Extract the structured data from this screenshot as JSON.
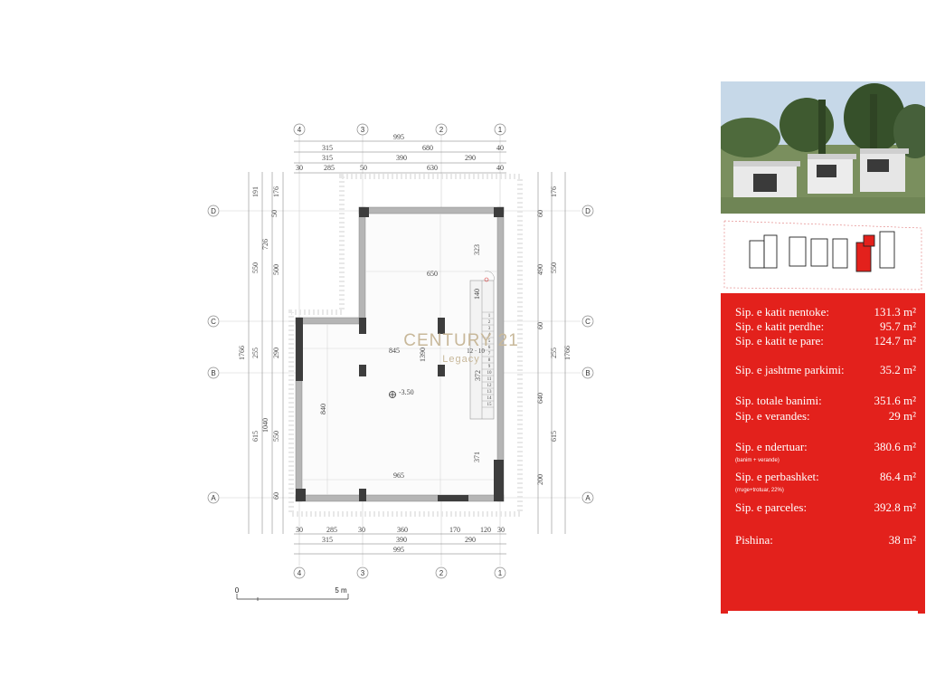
{
  "plan": {
    "axes_columns": [
      "4",
      "3",
      "2",
      "1"
    ],
    "axes_rows": [
      "D",
      "C",
      "B",
      "A"
    ],
    "top_dims": {
      "overall": "995",
      "row1": [
        "315",
        "680",
        "40"
      ],
      "row2": [
        "315",
        "390",
        "290"
      ],
      "row3": [
        "30",
        "285",
        "50",
        "630",
        "40"
      ]
    },
    "bottom_dims": {
      "row1": [
        "30",
        "285",
        "30",
        "360",
        "170",
        "120",
        "30"
      ],
      "row2": [
        "315",
        "390",
        "290"
      ],
      "overall": "995"
    },
    "left_dims": {
      "outer": "1766",
      "col1": [
        "191",
        "550",
        "615"
      ],
      "col2": [
        "726",
        "1040"
      ],
      "col3": [
        "176",
        "500",
        "290",
        "550",
        "60"
      ],
      "col3b": [
        "50",
        "255"
      ]
    },
    "right_dims": {
      "outer": "1766",
      "col1": [
        "176",
        "550",
        "255",
        "615"
      ],
      "col2": [
        "60",
        "490",
        "60",
        "640",
        "200"
      ]
    },
    "interior_dims": {
      "width_top": "650",
      "width_mid": "845",
      "width_bottom": "965",
      "height_left": "840",
      "height_mid": "1390",
      "stair_top": "323",
      "stair_side": "372",
      "stair_run": "12 · 10",
      "stair_bottom": "371",
      "stair_mark": "140"
    },
    "level": "-3.50",
    "stair_steps": [
      "1",
      "2",
      "3",
      "4",
      "5",
      "6",
      "7",
      "8",
      "9",
      "10",
      "11",
      "12",
      "13",
      "14",
      "15"
    ],
    "watermark": {
      "brand": "CENTURY 21",
      "sub": "Legacy"
    },
    "scale": {
      "start": "0",
      "end": "5 m"
    }
  },
  "areas": [
    {
      "label": "Sip. e katit nentoke:",
      "value": "131.3 m²"
    },
    {
      "label": "Sip. e katit perdhe:",
      "value": "95.7 m²"
    },
    {
      "label": "Sip. e katit te pare:",
      "value": "124.7 m²"
    },
    {
      "label": "Sip. e jashtme parkimi:",
      "value": "35.2 m²"
    },
    {
      "label": "Sip. totale banimi:",
      "value": "351.6 m²"
    },
    {
      "label": "Sip. e verandes:",
      "value": "29 m²"
    },
    {
      "label": "Sip. e ndertuar:",
      "value": "380.6 m²",
      "note": "(banim + verande)"
    },
    {
      "label": "Sip. e perbashket:",
      "value": "86.4 m²",
      "note": "(rruge+trotuar, 22%)"
    },
    {
      "label": "Sip. e parceles:",
      "value": "392.8 m²"
    },
    {
      "label": "Pishina:",
      "value": "38 m²"
    }
  ],
  "colors": {
    "panel": "#e3211c",
    "wall": "#b5b5b5",
    "column": "#3d3d3d",
    "highlight_lot": "#e3211c"
  }
}
